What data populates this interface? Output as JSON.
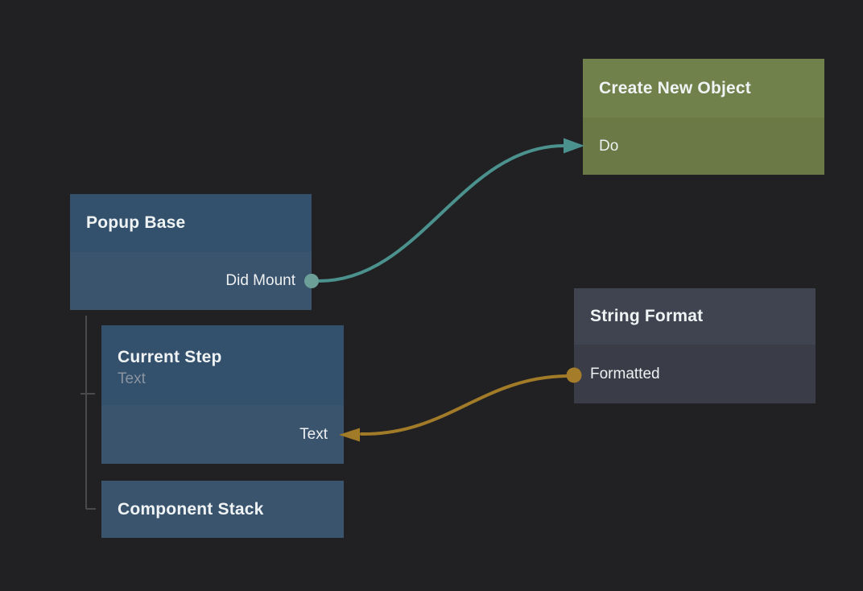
{
  "canvas": {
    "background": "#212123"
  },
  "nodes": {
    "create_new_object": {
      "title": "Create New Object",
      "header_color": "#70814b",
      "body_color": "#6a7945",
      "inputs": [
        {
          "label": "Do"
        }
      ]
    },
    "popup_base": {
      "title": "Popup Base",
      "header_color": "#33506c",
      "body_color": "#3a546e",
      "outputs": [
        {
          "label": "Did Mount"
        }
      ]
    },
    "current_step": {
      "title": "Current Step",
      "subtitle": "Text",
      "header_color": "#33506c",
      "body_color": "#3a546e",
      "inputs": [
        {
          "label": "Text"
        }
      ]
    },
    "component_stack": {
      "title": "Component Stack",
      "header_color": "#3a546e"
    },
    "string_format": {
      "title": "String Format",
      "header_color": "#3f4450",
      "body_color": "#3a3d48",
      "outputs": [
        {
          "label": "Formatted"
        }
      ]
    }
  },
  "connections": [
    {
      "from": "Popup Base / Did Mount",
      "to": "Create New Object / Do",
      "color": "#4b918d",
      "dot_color": "#6d9f99"
    },
    {
      "from": "String Format / Formatted",
      "to": "Current Step / Text",
      "color": "#a17b28",
      "dot_color": "#a57d2a"
    }
  ],
  "tree": {
    "line_color": "#4a4a4b"
  },
  "text": {
    "title_color": "#f0f3f4",
    "subtitle_color": "#8b94a1",
    "port_color": "#eef0f1"
  }
}
